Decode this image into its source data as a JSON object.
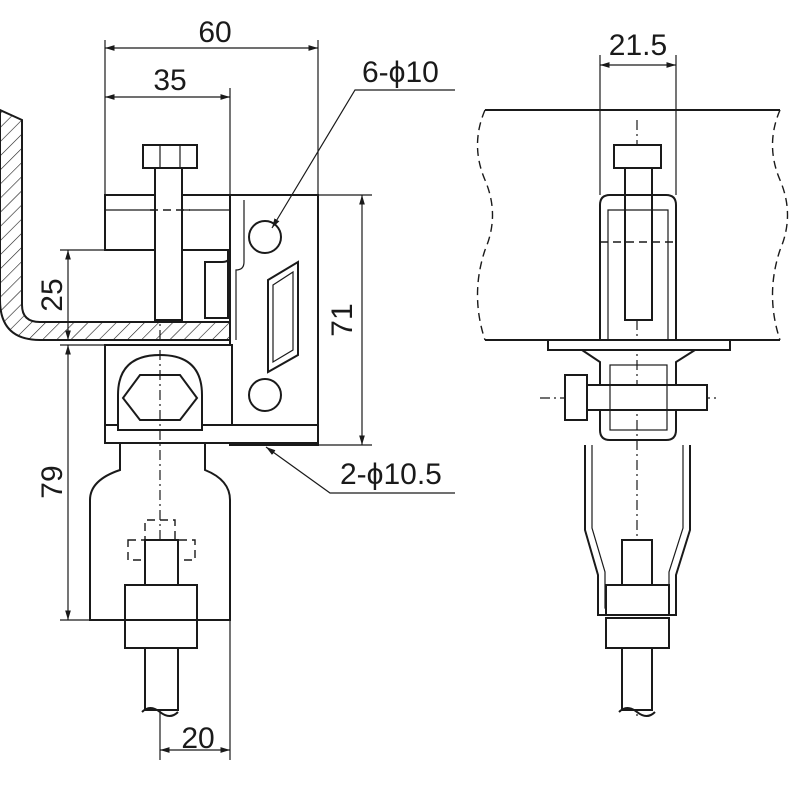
{
  "drawing": {
    "dimensions": {
      "overall_width": "60",
      "clamp_width": "35",
      "upper_holes": "6-ϕ10",
      "side_width": "21.5",
      "flange_height": "25",
      "bracket_height": "71",
      "hanger_height": "79",
      "lower_holes": "2-ϕ10.5",
      "rod_offset": "20"
    }
  }
}
